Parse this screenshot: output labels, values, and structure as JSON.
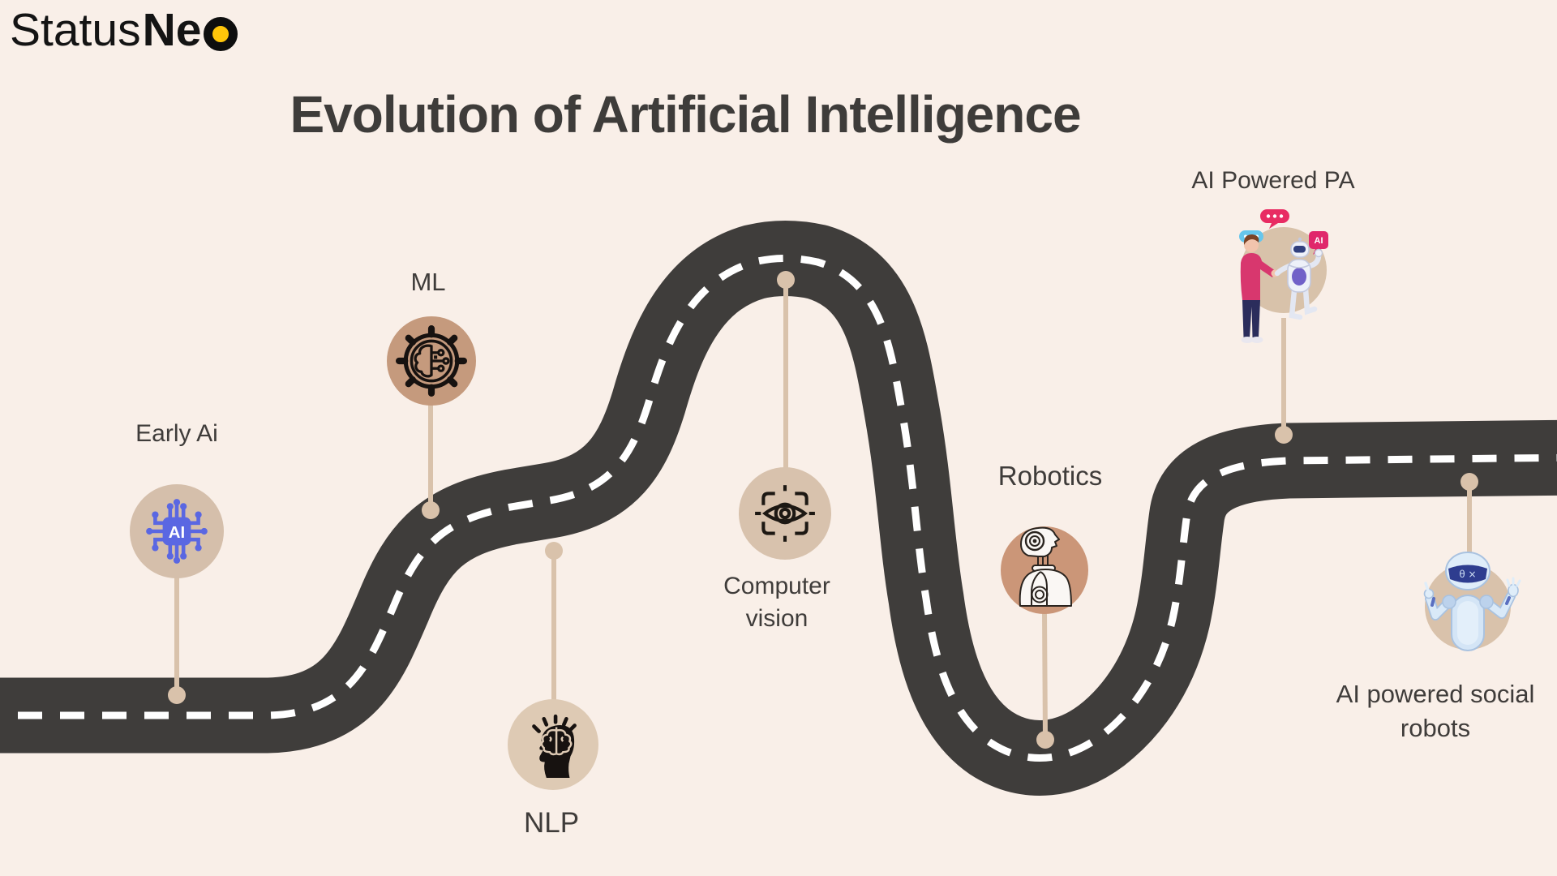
{
  "page": {
    "title": "Evolution of Artificial Intelligence"
  },
  "logo": {
    "regular": "Status",
    "bold": "Ne",
    "dot_color": "#ffc60a"
  },
  "colors": {
    "background": "#f9efe8",
    "road": "#3f3d3b",
    "road_dash": "#ffffff",
    "connector": "#d9c2ab",
    "title_text": "#3e3c3a",
    "label_text": "#3f3c3a",
    "chip_blue": "#5a67e2"
  },
  "milestones": [
    {
      "id": "early-ai",
      "label": "Early Ai",
      "icon": "ai-chip-icon",
      "circle_color": "#d5bfab"
    },
    {
      "id": "ml",
      "label": "ML",
      "icon": "gear-brain-icon",
      "circle_color": "#c59a7d"
    },
    {
      "id": "nlp",
      "label": "NLP",
      "icon": "head-brain-icon",
      "circle_color": "#decab4"
    },
    {
      "id": "computer-vision",
      "label": "Computer vision",
      "icon": "eye-scan-icon",
      "circle_color": "#d8c2ad"
    },
    {
      "id": "robotics",
      "label": "Robotics",
      "icon": "robot-bust-icon",
      "circle_color": "#cb9678"
    },
    {
      "id": "ai-powered-pa",
      "label": "AI Powered PA",
      "icon": "human-robot-illustration",
      "circle_color": "#d8c2aa"
    },
    {
      "id": "ai-social-robots",
      "label": "AI powered social robots",
      "icon": "social-robot-illustration",
      "circle_color": "#d9c2ab"
    }
  ],
  "icon_text": {
    "chip": "AI",
    "pa_tag": "AI",
    "visor": "θ ×"
  }
}
